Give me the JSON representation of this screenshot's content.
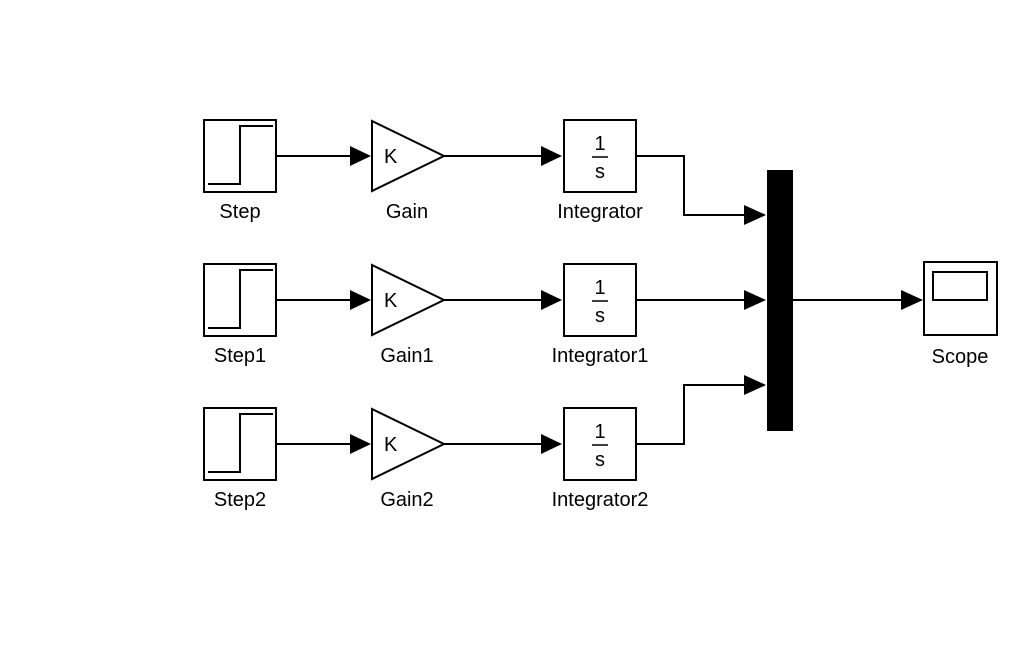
{
  "rows": [
    {
      "step_label": "Step",
      "gain_label": "Gain",
      "gain_symbol": "K",
      "integrator_label": "Integrator",
      "integrator_num": "1",
      "integrator_den": "s"
    },
    {
      "step_label": "Step1",
      "gain_label": "Gain1",
      "gain_symbol": "K",
      "integrator_label": "Integrator1",
      "integrator_num": "1",
      "integrator_den": "s"
    },
    {
      "step_label": "Step2",
      "gain_label": "Gain2",
      "gain_symbol": "K",
      "integrator_label": "Integrator2",
      "integrator_num": "1",
      "integrator_den": "s"
    }
  ],
  "scope": {
    "label": "Scope"
  },
  "mux": {
    "color": "#000000"
  }
}
